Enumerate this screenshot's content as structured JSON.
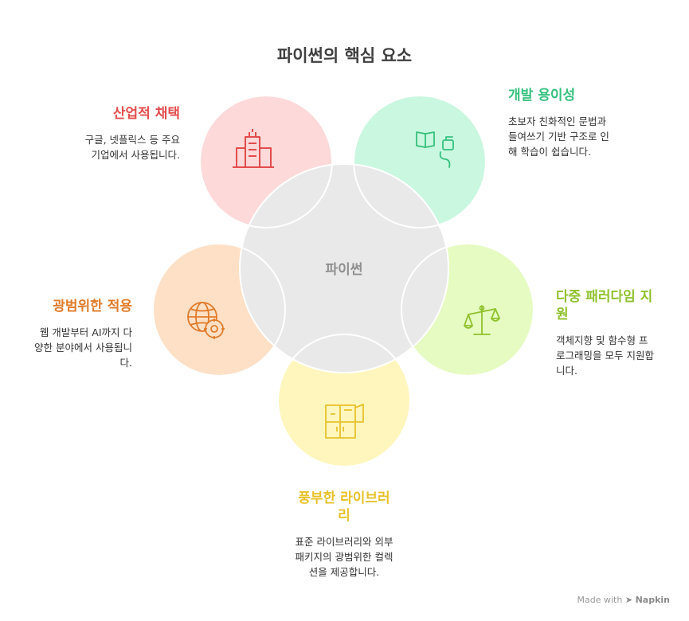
{
  "title": "파이썬의 핵심 요소",
  "center": {
    "label": "파이썬"
  },
  "colors": {
    "industry": "#e34c4c",
    "ease": "#36c07d",
    "paradigm": "#8fc12c",
    "library": "#e8c12a",
    "application": "#e07b2a",
    "center_fill": "#e9e9e9"
  },
  "items": {
    "industry": {
      "heading": "산업적 채택",
      "desc": [
        "구글, 넷플릭스 등 주요",
        "기업에서 사용됩니다."
      ],
      "icon": "buildings-icon"
    },
    "ease": {
      "heading": "개발 용이성",
      "desc": [
        "초보자 친화적인 문법과",
        "들여쓰기 기반 구조로 인",
        "해 학습이 쉽습니다."
      ],
      "icon": "learning-book-icon"
    },
    "paradigm": {
      "heading": [
        "다중 패러다임 지",
        "원"
      ],
      "desc": [
        "객체지향 및 함수형 프",
        "로그래밍을 모두 지원합",
        "니다."
      ],
      "icon": "balance-scale-icon"
    },
    "library": {
      "heading": [
        "풍부한 라이브러",
        "리"
      ],
      "desc": [
        "표준 라이브러리와 외부",
        "패키지의 광범위한 컬렉",
        "션을 제공합니다."
      ],
      "icon": "library-cabinet-icon"
    },
    "application": {
      "heading": "광범위한 적용",
      "desc": [
        "웹 개발부터 AI까지 다",
        "양한 분야에서 사용됩니",
        "다."
      ],
      "icon": "globe-gear-icon"
    }
  },
  "footer": {
    "made_with": "Made with",
    "brand": "Napkin"
  }
}
